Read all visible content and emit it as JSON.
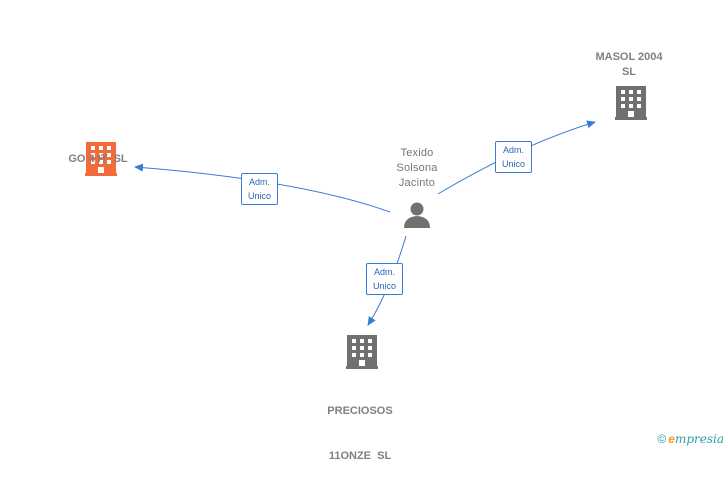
{
  "nodes": {
    "person": {
      "lines": [
        "Texido",
        "Solsona",
        "Jacinto"
      ],
      "icon": "person-icon"
    },
    "go4it": {
      "lines": [
        "GO 4 IT  SL"
      ],
      "icon": "building-icon",
      "color": "#f26b38"
    },
    "masol": {
      "lines": [
        "MASOL 2004",
        "SL"
      ],
      "icon": "building-icon",
      "color": "#707070"
    },
    "preciosos": {
      "lines": [
        "PRECIOSOS",
        "11ONZE  SL"
      ],
      "icon": "building-icon",
      "color": "#707070"
    }
  },
  "edges": [
    {
      "label": [
        "Adm.",
        "Unico"
      ]
    },
    {
      "label": [
        "Adm.",
        "Unico"
      ]
    },
    {
      "label": [
        "Adm.",
        "Unico"
      ]
    }
  ],
  "colors": {
    "edge": "#3a7bd5",
    "person": "#707070"
  },
  "brand": {
    "copyright": "©",
    "initial": "e",
    "name": "mpresia"
  }
}
